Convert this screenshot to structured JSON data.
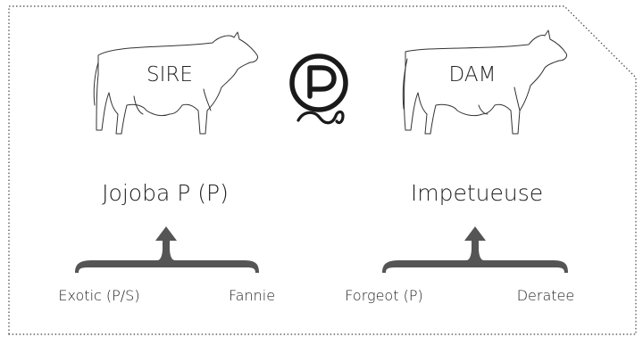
{
  "sire": {
    "label": "SIRE",
    "name": "Jojoba P (P)",
    "parents": {
      "left": "Exotic (P/S)",
      "right": "Fannie"
    }
  },
  "dam": {
    "label": "DAM",
    "name": "Impetueuse",
    "parents": {
      "left": "Forgeot (P)",
      "right": "Deratee"
    }
  },
  "symbol": {
    "letter": "P",
    "icon": "polled-symbol-icon"
  },
  "colors": {
    "line": "#222222",
    "bracket": "#555555",
    "border": "#444444"
  }
}
